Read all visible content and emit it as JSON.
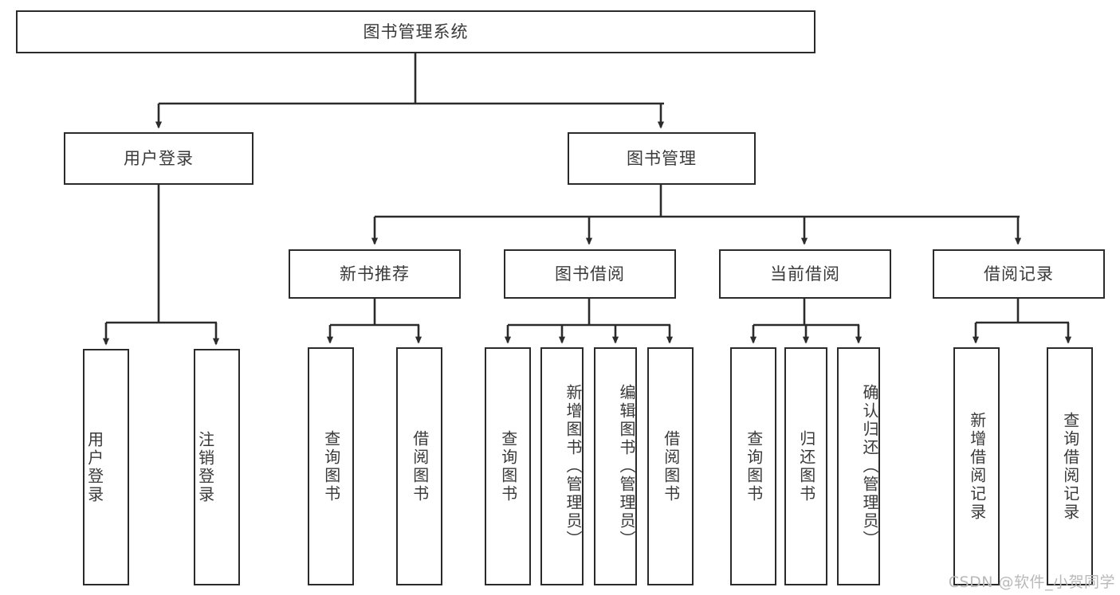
{
  "diagram": {
    "title": "图书管理系统",
    "type": "tree",
    "colors": {
      "box_border": "#2b2b2b",
      "box_fill": "#ffffff",
      "text": "#3a3a3a",
      "connector": "#2b2b2b",
      "watermark": "#b9b9b9"
    },
    "levels": {
      "root": {
        "label": "图书管理系统"
      },
      "level2": [
        {
          "label": "用户登录"
        },
        {
          "label": "图书管理"
        }
      ],
      "level3": [
        {
          "label": "新书推荐"
        },
        {
          "label": "图书借阅"
        },
        {
          "label": "当前借阅"
        },
        {
          "label": "借阅记录"
        }
      ],
      "leaves_user_login": [
        {
          "label": "用户登录"
        },
        {
          "label": "注销登录"
        }
      ],
      "leaves_new_book": [
        {
          "label": "查询图书"
        },
        {
          "label": "借阅图书"
        }
      ],
      "leaves_borrow": [
        {
          "label": "查询图书"
        },
        {
          "label": "新增图书（管理员）"
        },
        {
          "label": "编辑图书（管理员）"
        },
        {
          "label": "借阅图书"
        }
      ],
      "leaves_current": [
        {
          "label": "查询图书"
        },
        {
          "label": "归还图书"
        },
        {
          "label": "确认归还（管理员）"
        }
      ],
      "leaves_records": [
        {
          "label": "新增借阅记录"
        },
        {
          "label": "查询借阅记录"
        }
      ]
    }
  },
  "watermark": "CSDN @软件_小贺同学"
}
